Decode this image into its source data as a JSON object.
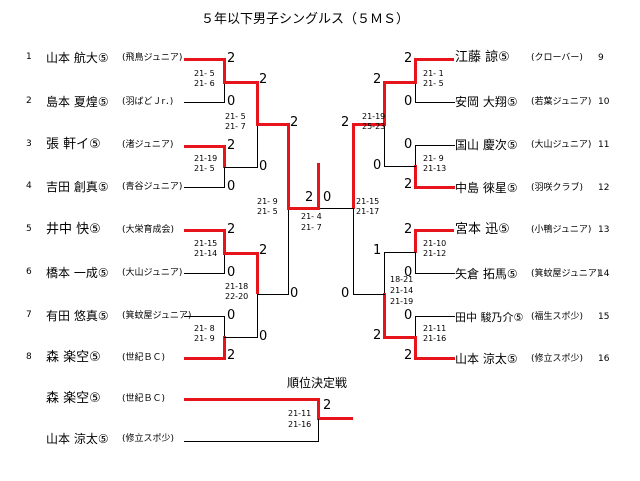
{
  "title": "５年以下男子シングルス（５ＭＳ）",
  "left_players": [
    {
      "no": "1",
      "name": "山本 航大⑤",
      "club": "(飛鳥ジュニア)"
    },
    {
      "no": "2",
      "name": "島本 夏煌⑤",
      "club": "(羽ばどＪr．)"
    },
    {
      "no": "3",
      "name": "張 軒イ⑤",
      "club": "(渚ジュニア)"
    },
    {
      "no": "4",
      "name": "吉田 創真⑤",
      "club": "(青谷ジュニア)"
    },
    {
      "no": "5",
      "name": "井中 快⑤",
      "club": "(大栄育成会)"
    },
    {
      "no": "6",
      "name": "橋本 一成⑤",
      "club": "(大山ジュニア)"
    },
    {
      "no": "7",
      "name": "有田 悠真⑤",
      "club": "(箕蚊屋ジュニア)"
    },
    {
      "no": "8",
      "name": "森 楽空⑤",
      "club": "(世紀ＢＣ)"
    }
  ],
  "right_players": [
    {
      "no": "9",
      "name": "江藤 諒⑤",
      "club": "(クローバー)"
    },
    {
      "no": "10",
      "name": "安岡 大翔⑤",
      "club": "(若葉ジュニア)"
    },
    {
      "no": "11",
      "name": "国山 慶次⑤",
      "club": "(大山ジュニア)"
    },
    {
      "no": "12",
      "name": "中島 徠星⑤",
      "club": "(羽咲クラブ)"
    },
    {
      "no": "13",
      "name": "宮本 迅⑤",
      "club": "(小鴨ジュニア)"
    },
    {
      "no": "14",
      "name": "矢倉 拓馬⑤",
      "club": "(箕蚊屋ジュニア)"
    },
    {
      "no": "15",
      "name": "田中 駿乃介⑤",
      "club": "(福生スポ少)"
    },
    {
      "no": "16",
      "name": "山本 涼太⑤",
      "club": "(修立スポ少)"
    }
  ],
  "left_r1": [
    {
      "top": "2",
      "bottom": "0",
      "scores": [
        "21- 5",
        "21- 6"
      ]
    },
    {
      "top": "2",
      "bottom": "0",
      "scores": [
        "21-19",
        "21- 5"
      ]
    },
    {
      "top": "2",
      "bottom": "0",
      "scores": [
        "21-15",
        "21-14"
      ]
    },
    {
      "top": "0",
      "bottom": "2",
      "scores": [
        "21- 8",
        "21- 9"
      ]
    }
  ],
  "left_r2": [
    {
      "top": "2",
      "bottom": "0",
      "scores": [
        "21- 5",
        "21- 7"
      ]
    },
    {
      "top": "2",
      "bottom": "0",
      "scores": [
        "21-18",
        "22-20"
      ]
    }
  ],
  "left_sf": {
    "top": "2",
    "bottom": "0",
    "scores": [
      "21- 9",
      "21- 5"
    ]
  },
  "right_r1": [
    {
      "top": "2",
      "bottom": "0",
      "scores": [
        "21- 1",
        "21- 5"
      ]
    },
    {
      "top": "0",
      "bottom": "2",
      "scores": [
        "21- 9",
        "21-13"
      ]
    },
    {
      "top": "2",
      "bottom": "0",
      "scores": [
        "21-10",
        "21-12"
      ]
    },
    {
      "top": "0",
      "bottom": "2",
      "scores": [
        "21-11",
        "21-16"
      ]
    }
  ],
  "right_r2": [
    {
      "top": "2",
      "bottom": "0",
      "scores": [
        "21-19",
        "25-23"
      ]
    },
    {
      "top": "1",
      "bottom": "2",
      "scores": [
        "18-21",
        "21-14",
        "21-19"
      ]
    }
  ],
  "right_sf": {
    "top": "2",
    "bottom": "0",
    "scores": [
      "21-15",
      "21-17"
    ]
  },
  "final": {
    "left": "2",
    "right": "0",
    "scores": [
      "21- 4",
      "21- 7"
    ]
  },
  "placement": {
    "title": "順位決定戦",
    "top": {
      "name": "森 楽空⑤",
      "club": "(世紀ＢＣ)",
      "result": "2"
    },
    "bottom": {
      "name": "山本 涼太⑤",
      "club": "(修立スポ少)"
    },
    "scores": [
      "21-11",
      "21-16"
    ]
  }
}
